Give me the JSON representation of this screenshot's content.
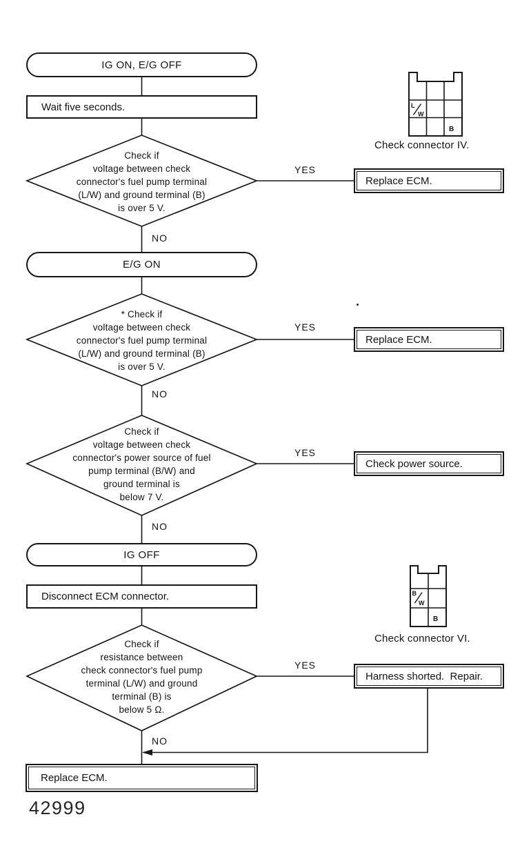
{
  "figure": {
    "number": "42999"
  },
  "labels": {
    "yes": "YES",
    "no": "NO"
  },
  "nodes": {
    "start_terminal": "IG ON, E/G OFF",
    "wait_process": "Wait five seconds.",
    "decision_1": "Check if\nvoltage between check\nconnector's fuel pump terminal\n(L/W) and ground terminal (B)\nis over 5 V.",
    "replace_ecm_1": "Replace ECM.",
    "eg_on_terminal": "E/G ON",
    "decision_2": "* Check if\nvoltage between check\nconnector's fuel pump terminal\n(L/W) and ground terminal (B)\nis over 5 V.",
    "replace_ecm_2": "Replace ECM.",
    "decision_3": "Check if\nvoltage between check\nconnector's power source of fuel\npump terminal (B/W) and\nground terminal is\nbelow 7 V.",
    "check_power_source": "Check power source.",
    "ig_off_terminal": "IG OFF",
    "disconnect_process": "Disconnect ECM connector.",
    "decision_4": "Check if\nresistance between\ncheck connector's fuel pump\nterminal (L/W) and ground\nterminal (B) is\nbelow 5 Ω.",
    "harness_shorted": "Harness shorted.  Repair.",
    "replace_ecm_final": "Replace ECM."
  },
  "connectors": {
    "iv": {
      "caption": "Check connector IV.",
      "pin_top": "L",
      "pin_bottom": "W",
      "ground_pin": "B"
    },
    "vi": {
      "caption": "Check connector VI.",
      "pin_top": "B",
      "pin_bottom": "W",
      "ground_pin": "B"
    }
  }
}
